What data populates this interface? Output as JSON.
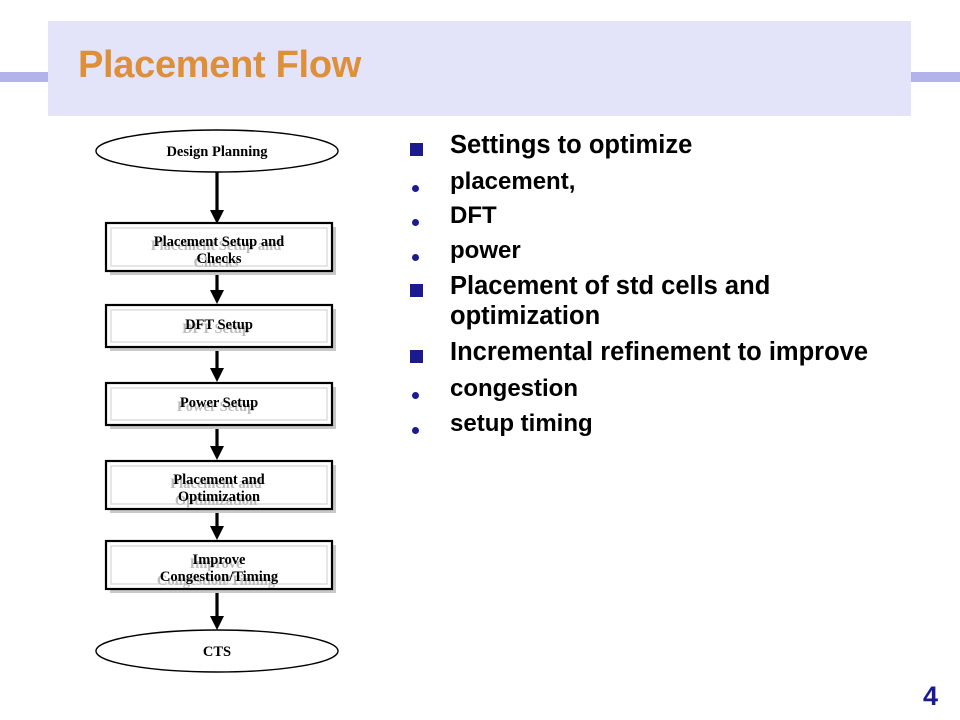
{
  "slide": {
    "title": "Placement Flow",
    "page_number": "4",
    "colors": {
      "title_text": "#dd8f3a",
      "title_plate": "#e3e3f9",
      "accent_bar": "#b3b3ec",
      "bullet_marker": "#1b1b8f",
      "page_number": "#1b1b8f",
      "box_border": "#000000",
      "box_shadow": "#c8c8c8",
      "text_shadow": "#bdbdbd"
    }
  },
  "flowchart": {
    "name": "placement-flow-diagram",
    "nodes": [
      {
        "id": "design-planning",
        "shape": "ellipse",
        "lines": [
          "Design Planning"
        ]
      },
      {
        "id": "placement-setup",
        "shape": "rectangle",
        "lines": [
          "Placement Setup and",
          "Checks"
        ]
      },
      {
        "id": "dft-setup",
        "shape": "rectangle",
        "lines": [
          "DFT Setup"
        ]
      },
      {
        "id": "power-setup",
        "shape": "rectangle",
        "lines": [
          "Power Setup"
        ]
      },
      {
        "id": "placement-optimization",
        "shape": "rectangle",
        "lines": [
          "Placement and",
          "Optimization"
        ]
      },
      {
        "id": "improve-congestion",
        "shape": "rectangle",
        "lines": [
          "Improve",
          "Congestion/Timing"
        ]
      },
      {
        "id": "cts",
        "shape": "ellipse",
        "lines": [
          "CTS"
        ]
      }
    ],
    "edges": [
      {
        "from": "design-planning",
        "to": "placement-setup"
      },
      {
        "from": "placement-setup",
        "to": "dft-setup"
      },
      {
        "from": "dft-setup",
        "to": "power-setup"
      },
      {
        "from": "power-setup",
        "to": "placement-optimization"
      },
      {
        "from": "placement-optimization",
        "to": "improve-congestion"
      },
      {
        "from": "improve-congestion",
        "to": "cts"
      }
    ]
  },
  "bullets": [
    {
      "level": 1,
      "marker": "square-bullet",
      "text": "Settings to optimize"
    },
    {
      "level": 2,
      "marker": "round-bullet",
      "text": "placement,"
    },
    {
      "level": 2,
      "marker": "round-bullet",
      "text": "DFT"
    },
    {
      "level": 2,
      "marker": "round-bullet",
      "text": "power"
    },
    {
      "level": 1,
      "marker": "square-bullet",
      "text": "Placement of std cells and optimization"
    },
    {
      "level": 1,
      "marker": "square-bullet",
      "text": "Incremental refinement to improve"
    },
    {
      "level": 2,
      "marker": "round-bullet",
      "text": "congestion"
    },
    {
      "level": 2,
      "marker": "round-bullet",
      "text": "setup timing"
    }
  ]
}
